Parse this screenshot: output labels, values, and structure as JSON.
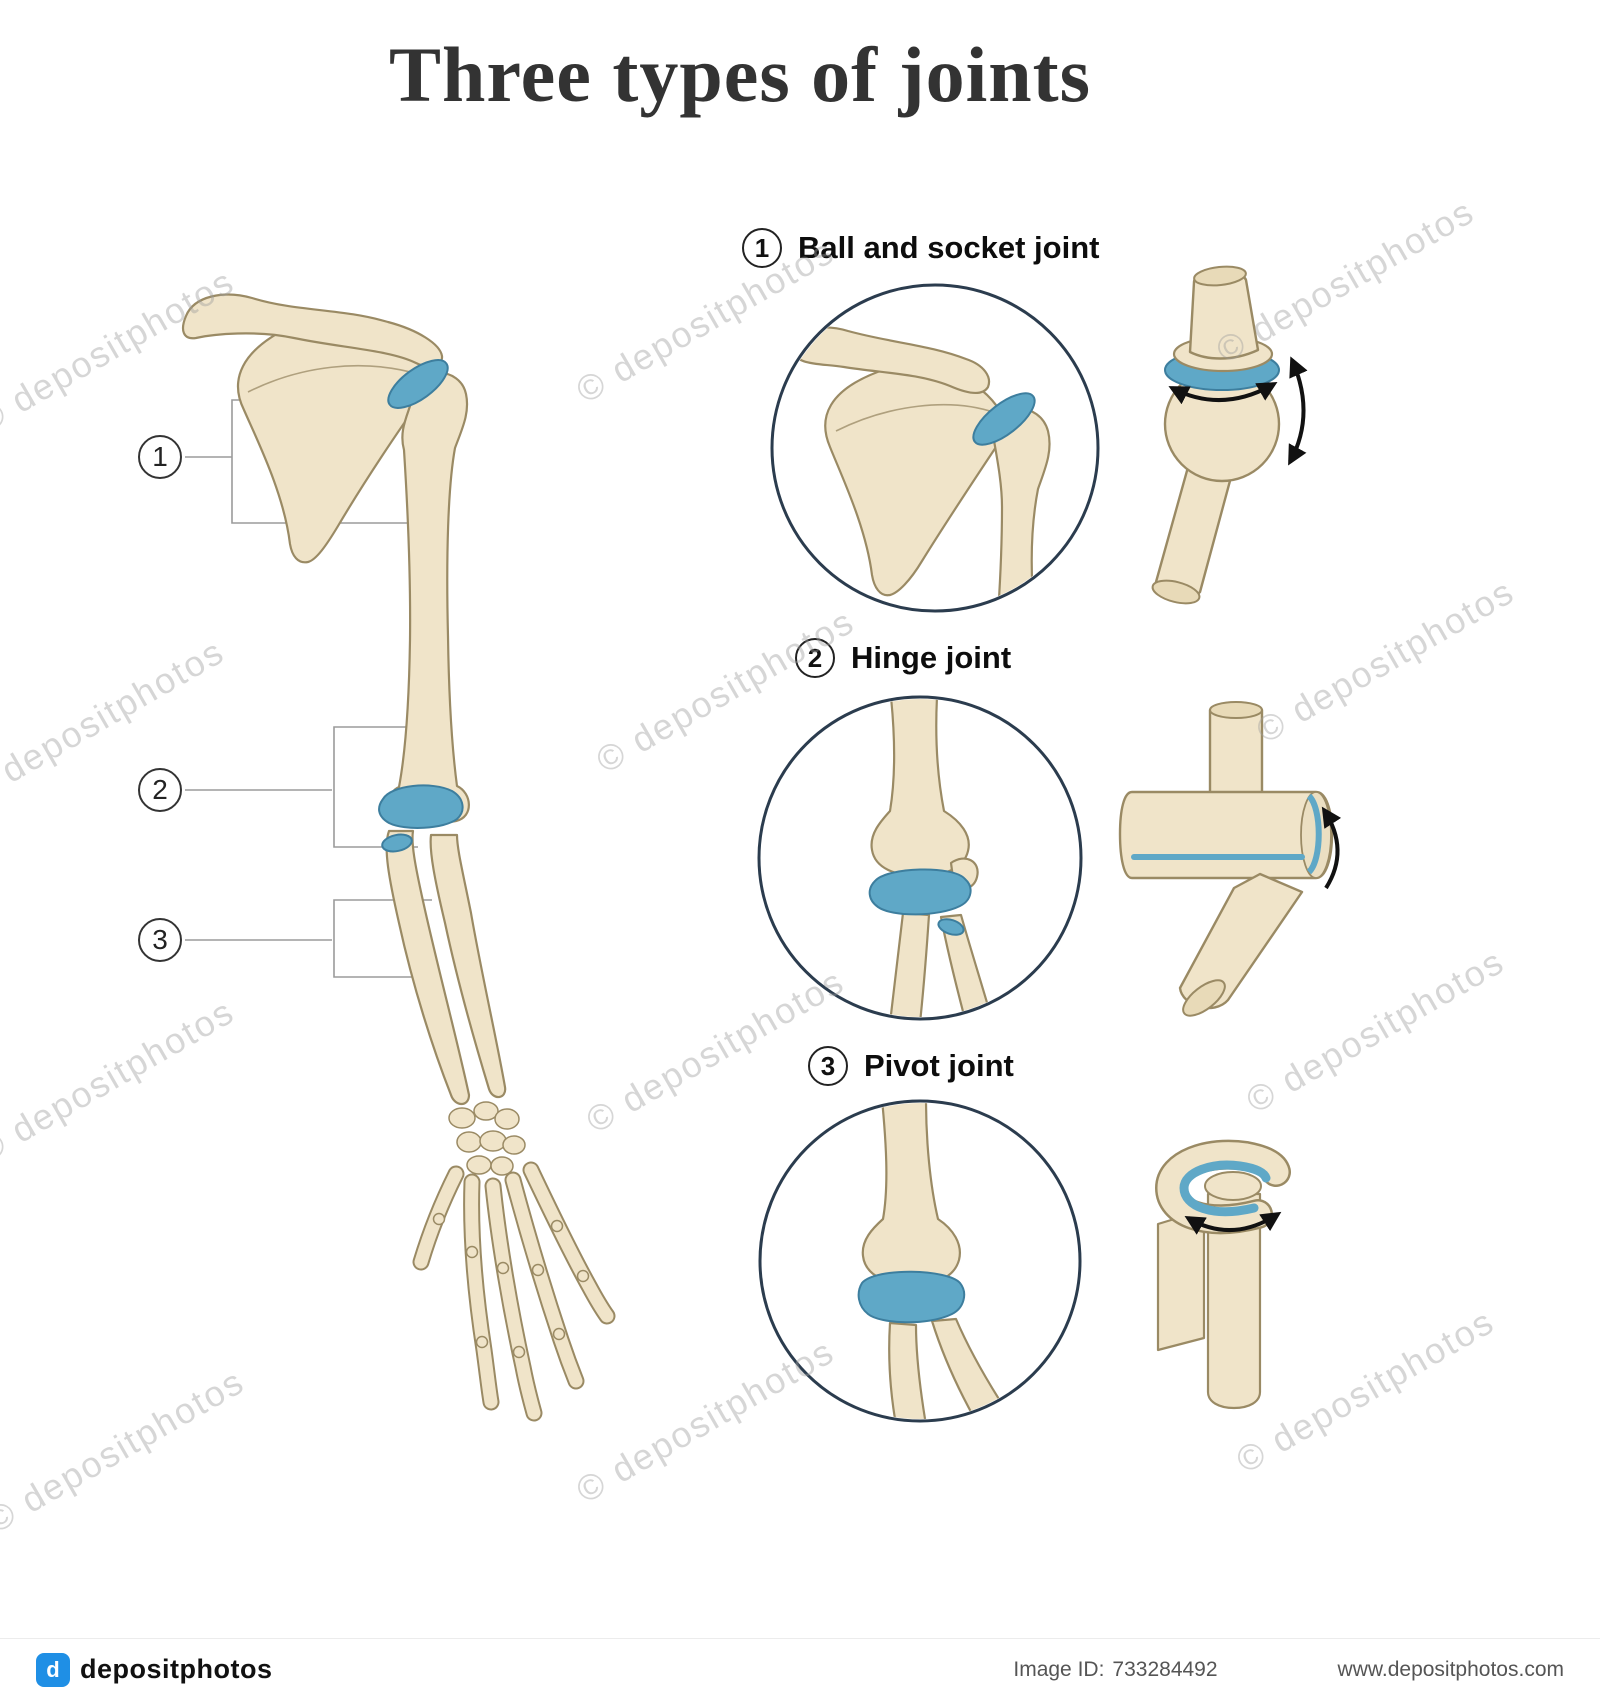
{
  "page": {
    "title": "Three types of joints",
    "background": "#ffffff"
  },
  "arm_labels": [
    "1",
    "2",
    "3"
  ],
  "sections": [
    {
      "number": "1",
      "title": "Ball and socket joint"
    },
    {
      "number": "2",
      "title": "Hinge joint"
    },
    {
      "number": "3",
      "title": "Pivot joint"
    }
  ],
  "watermark": {
    "text": "© depositphotos"
  },
  "footer": {
    "brand": "depositphotos",
    "logo_glyph": "d",
    "image_id_label": "Image ID:",
    "image_id": "733284492",
    "website": "www.depositphotos.com"
  },
  "colors": {
    "bone_fill": "#F0E4C9",
    "bone_shade": "#E2D2AC",
    "bone_outline": "#9A8A64",
    "joint_blue": "#5FA8C7",
    "joint_blue_dark": "#3D7E9E",
    "circle_outline": "#2B3C4E",
    "leader_line": "#9B9B9B",
    "title_text": "#333333",
    "brand_blue": "#1F8FE5"
  }
}
